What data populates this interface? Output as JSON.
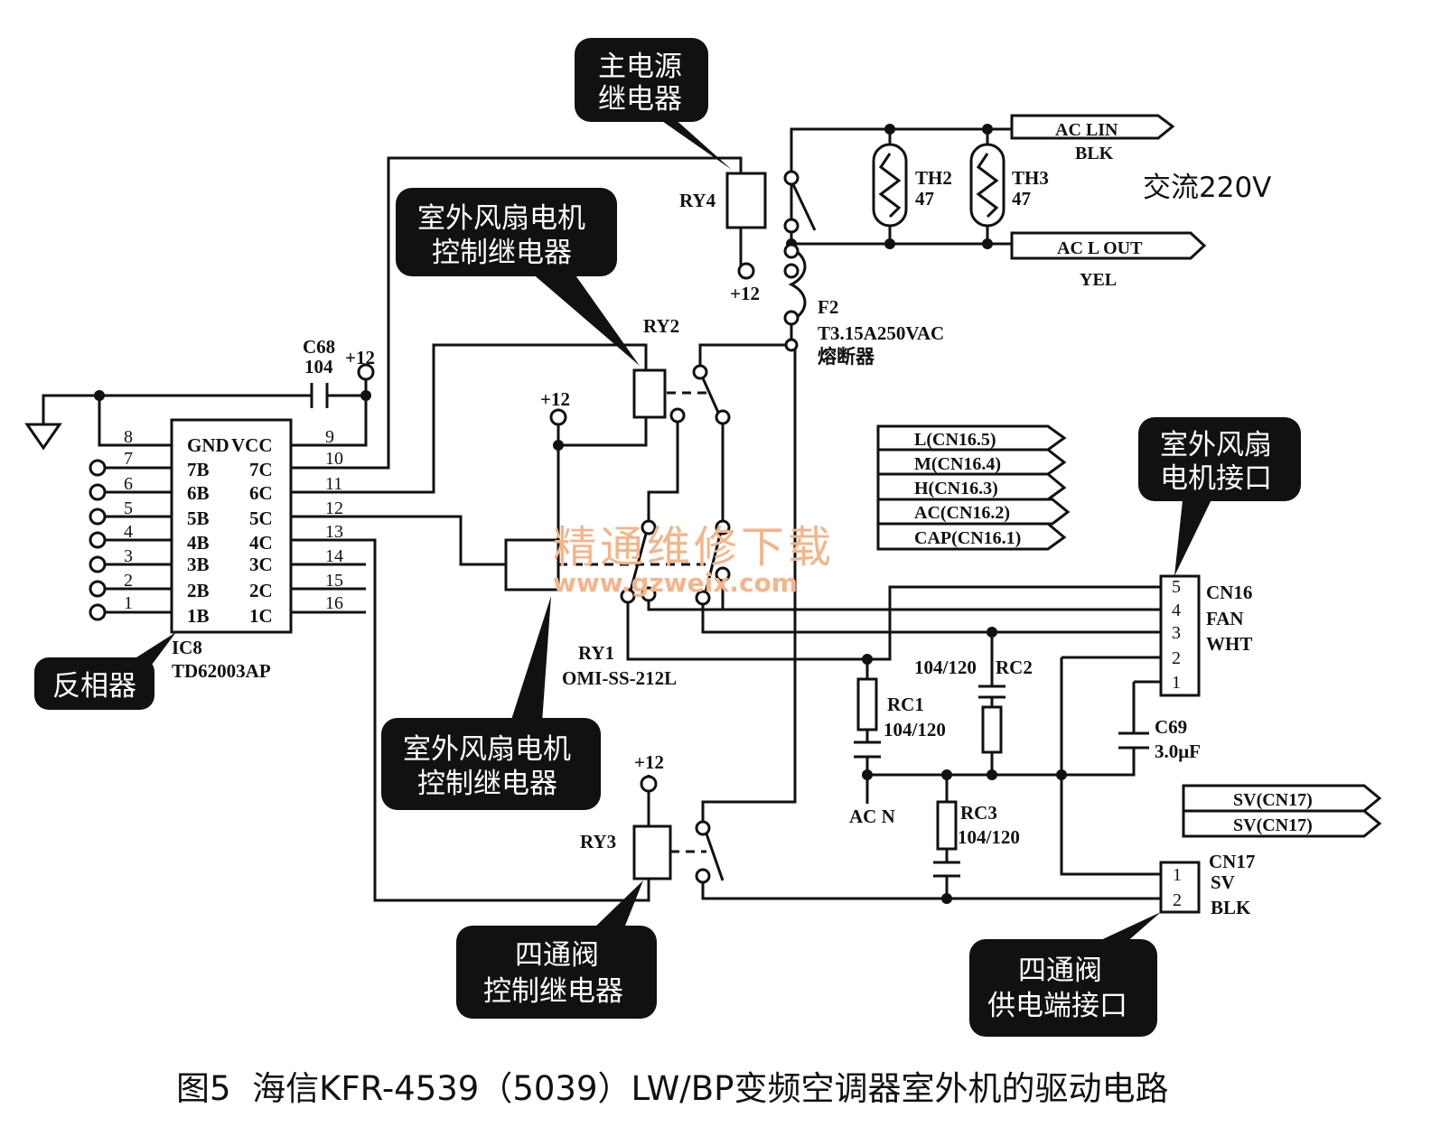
{
  "callouts": {
    "main_relay": [
      "主电源",
      "继电器"
    ],
    "fan_relay_top": [
      "室外风扇电机",
      "控制继电器"
    ],
    "fan_relay_bottom": [
      "室外风扇电机",
      "控制继电器"
    ],
    "fan_interface": [
      "室外风扇",
      "电机接口"
    ],
    "inverter": "反相器",
    "valve_relay": [
      "四通阀",
      "控制继电器"
    ],
    "valve_interface": [
      "四通阀",
      "供电端接口"
    ]
  },
  "labels": {
    "ry4": "RY4",
    "ry2": "RY2",
    "ry1": "RY1",
    "ry1_part": "OMI-SS-212L",
    "ry3": "RY3",
    "c68": "C68",
    "c68_val": "104",
    "plus12": "+12",
    "th2": "TH2",
    "th2_val": "47",
    "th3": "TH3",
    "th3_val": "47",
    "f2": "F2",
    "f2_val": "T3.15A250VAC",
    "f2_name": "熔断器",
    "ac_voltage": "交流220V",
    "rc1": "RC1",
    "rc1_val": "104/120",
    "rc2": "RC2",
    "rc2_val": "104/120",
    "rc3": "RC3",
    "rc3_val": "104/120",
    "c69": "C69",
    "c69_val": "3.0μF",
    "ac_n": "AC N",
    "ic8": "IC8",
    "ic8_part": "TD62003AP",
    "cn16": "CN16",
    "cn16_fan": "FAN",
    "cn16_wht": "WHT",
    "cn17": "CN17",
    "cn17_sv": "SV",
    "cn17_blk": "BLK"
  },
  "connectors": {
    "ac_lin": "AC LIN",
    "ac_lin_color": "BLK",
    "ac_lout": "AC L OUT",
    "ac_lout_color": "YEL",
    "cn16_signals": [
      "L(CN16.5)",
      "M(CN16.4)",
      "H(CN16.3)",
      "AC(CN16.2)",
      "CAP(CN16.1)"
    ],
    "cn17_signals": [
      "SV(CN17)",
      "SV(CN17)"
    ]
  },
  "ic": {
    "top_left": "GND",
    "top_right": "VCC",
    "left_names": [
      "7B",
      "6B",
      "5B",
      "4B",
      "3B",
      "2B",
      "1B"
    ],
    "right_names": [
      "7C",
      "6C",
      "5C",
      "4C",
      "3C",
      "2C",
      "1C"
    ],
    "left_numbers": [
      "8",
      "7",
      "6",
      "5",
      "4",
      "3",
      "2",
      "1"
    ],
    "right_numbers": [
      "9",
      "10",
      "11",
      "12",
      "13",
      "14",
      "15",
      "16"
    ]
  },
  "cn16_pins": [
    "5",
    "4",
    "3",
    "2",
    "1"
  ],
  "cn17_pins": [
    "1",
    "2"
  ],
  "watermark": {
    "cn": "精通维修下载",
    "url": "www.gzweix.com"
  },
  "caption": "图5  海信KFR-4539（5039）LW/BP变频空调器室外机的驱动电路"
}
